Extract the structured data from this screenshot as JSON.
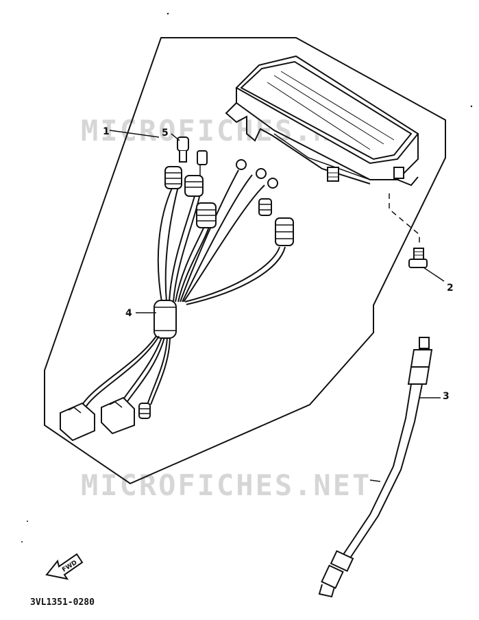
{
  "diagram": {
    "watermark_text": "MICROFICHES.NET",
    "drawing_code": "3VL1351-0280",
    "direction_label": "FWD",
    "callouts": [
      "1",
      "2",
      "3",
      "4",
      "5"
    ]
  }
}
